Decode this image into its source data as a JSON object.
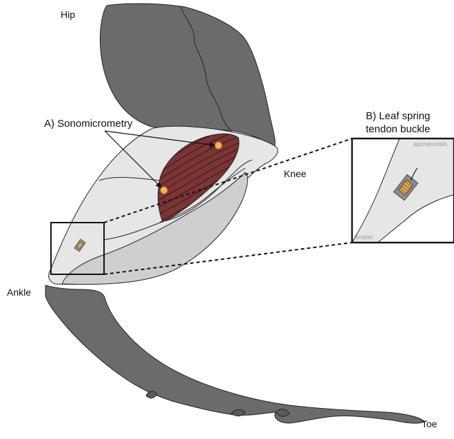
{
  "labels": {
    "hip": "Hip",
    "knee": "Knee",
    "ankle": "Ankle",
    "toe": "Toe",
    "sonomicrometry": "A) Sonomicrometry",
    "leaf_spring_line1": "B) Leaf spring",
    "leaf_spring_line2": "tendon buckle",
    "aponeurosis": "aponeurosis",
    "tendon": "tendon"
  },
  "colors": {
    "bone_gray": "#6b6b6b",
    "soft_tissue": "#e6e6e6",
    "tendon_gray": "#cfcfcf",
    "muscle": "#7a3535",
    "crystal": "#f2b35a",
    "sensor_gray": "#8c8c8c",
    "gauge": "#f0a64a",
    "outline": "#222222"
  },
  "icons": {
    "crystals": "sonomicrometry-crystal-dot",
    "buckle": "tendon-buckle-icon",
    "arrows": "arrow-icon"
  }
}
